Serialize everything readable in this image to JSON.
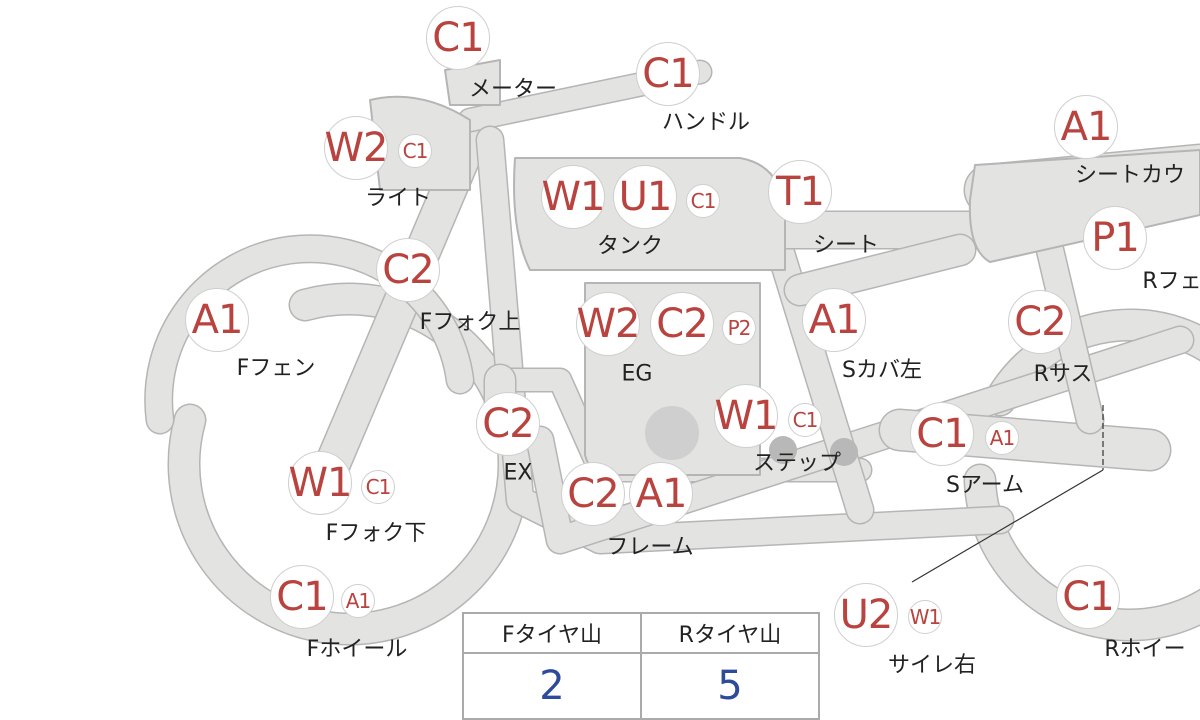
{
  "parts": [
    {
      "label": "メーター",
      "codes": [
        {
          "code": "C1",
          "size": "big"
        }
      ]
    },
    {
      "label": "ハンドル",
      "codes": [
        {
          "code": "C1",
          "size": "big"
        }
      ]
    },
    {
      "label": "ライト",
      "codes": [
        {
          "code": "W2",
          "size": "big"
        },
        {
          "code": "C1",
          "size": "small"
        }
      ]
    },
    {
      "label": "タンク",
      "codes": [
        {
          "code": "W1",
          "size": "big"
        },
        {
          "code": "U1",
          "size": "big"
        },
        {
          "code": "C1",
          "size": "small"
        }
      ]
    },
    {
      "label": "シート",
      "codes": [
        {
          "code": "T1",
          "size": "big"
        }
      ]
    },
    {
      "label": "シートカウ",
      "codes": [
        {
          "code": "A1",
          "size": "big"
        }
      ]
    },
    {
      "label": "Rフェ",
      "codes": [
        {
          "code": "P1",
          "size": "big"
        }
      ]
    },
    {
      "label": "Fフォク上",
      "codes": [
        {
          "code": "C2",
          "size": "big"
        }
      ]
    },
    {
      "label": "Fフェン",
      "codes": [
        {
          "code": "A1",
          "size": "big"
        }
      ]
    },
    {
      "label": "EG",
      "codes": [
        {
          "code": "W2",
          "size": "big"
        },
        {
          "code": "C2",
          "size": "big"
        },
        {
          "code": "P2",
          "size": "small"
        }
      ]
    },
    {
      "label": "Sカバ左",
      "codes": [
        {
          "code": "A1",
          "size": "big"
        }
      ]
    },
    {
      "label": "Rサス",
      "codes": [
        {
          "code": "C2",
          "size": "big"
        }
      ]
    },
    {
      "label": "EX",
      "codes": [
        {
          "code": "C2",
          "size": "big"
        }
      ]
    },
    {
      "label": "ステップ",
      "codes": [
        {
          "code": "W1",
          "size": "big"
        },
        {
          "code": "C1",
          "size": "small"
        }
      ]
    },
    {
      "label": "Sアーム",
      "codes": [
        {
          "code": "C1",
          "size": "big"
        },
        {
          "code": "A1",
          "size": "small"
        }
      ]
    },
    {
      "label": "Fフォク下",
      "codes": [
        {
          "code": "W1",
          "size": "big"
        },
        {
          "code": "C1",
          "size": "small"
        }
      ]
    },
    {
      "label": "フレーム",
      "codes": [
        {
          "code": "C2",
          "size": "big"
        },
        {
          "code": "A1",
          "size": "big"
        }
      ]
    },
    {
      "label": "Fホイール",
      "codes": [
        {
          "code": "C1",
          "size": "big"
        },
        {
          "code": "A1",
          "size": "small"
        }
      ]
    },
    {
      "label": "サイレ右",
      "codes": [
        {
          "code": "U2",
          "size": "big"
        },
        {
          "code": "W1",
          "size": "small"
        }
      ]
    },
    {
      "label": "Rホイー",
      "codes": [
        {
          "code": "C1",
          "size": "big"
        }
      ]
    }
  ],
  "tire_table": {
    "front_header": "Fタイヤ山",
    "rear_header": "Rタイヤ山",
    "front_value": "2",
    "rear_value": "5"
  },
  "colors": {
    "code": "#b8433f",
    "value": "#2e4a9a",
    "part_fill": "#e3e3e1",
    "part_stroke": "#b5b5b5"
  }
}
